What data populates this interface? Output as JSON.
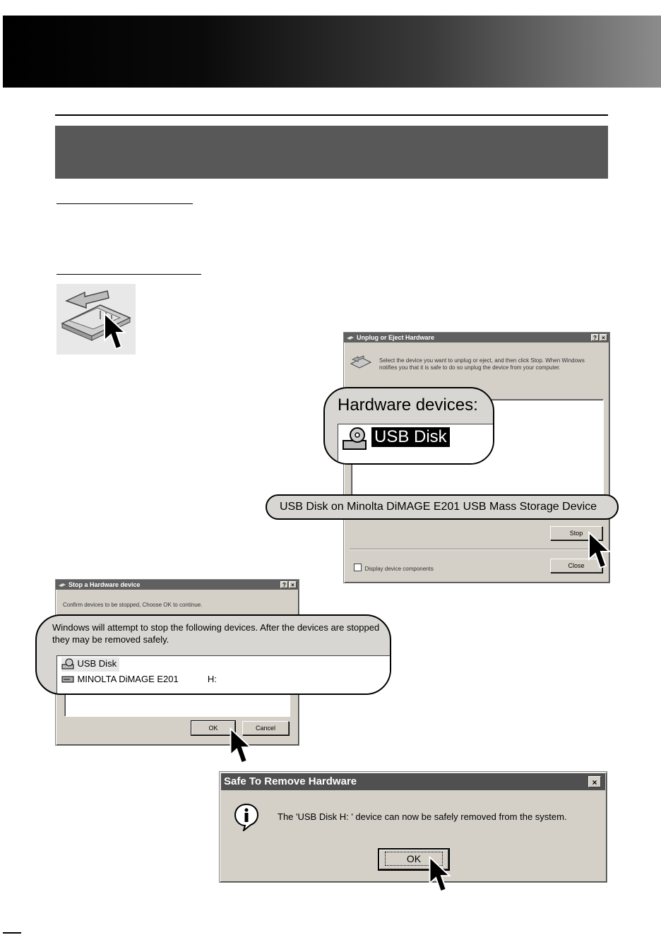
{
  "unplug_dialog": {
    "title": "Unplug or Eject Hardware",
    "help_btn": "?",
    "close_btn": "×",
    "instruction": "Select the device you want to unplug or eject, and then click Stop. When Windows notifies you that it is safe to do so unplug the device from your computer.",
    "hardware_devices_label": "Hardware devices:",
    "device_item": "USB Disk",
    "device_description": "USB Disk on Minolta DiMAGE E201 USB Mass Storage Device",
    "stop_btn": "Stop",
    "display_components_label": "Display device components",
    "close_label": "Close"
  },
  "stop_dialog": {
    "title": "Stop a Hardware device",
    "help_btn": "?",
    "close_btn": "×",
    "confirm_text": "Confirm devices to be stopped, Choose OK to continue.",
    "message": "Windows will attempt to stop the following devices. After the devices are stopped they may be removed safely.",
    "devices": [
      {
        "name": "USB Disk",
        "drive": ""
      },
      {
        "name": "MINOLTA DiMAGE E201",
        "drive": "H:"
      }
    ],
    "ok_btn": "OK",
    "cancel_btn": "Cancel"
  },
  "safe_dialog": {
    "title": "Safe To Remove Hardware",
    "close_btn": "×",
    "message": "The 'USB Disk H: ' device can now be safely removed from the system.",
    "ok_btn": "OK"
  },
  "colors": {
    "dialog_face": "#d4d0c8",
    "titlebar": "#606060",
    "callout": "#d8d6d2",
    "section_band": "#585858"
  }
}
